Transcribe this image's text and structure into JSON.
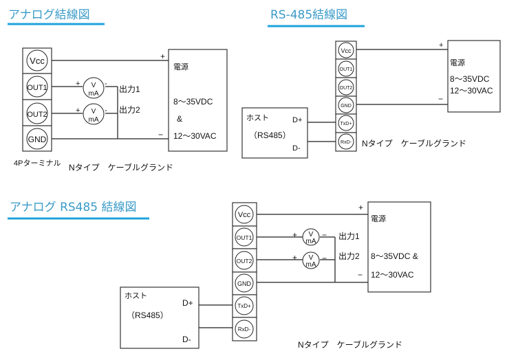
{
  "diagrams": [
    {
      "title": "アナログ結線図",
      "terminals": [
        "Vcc",
        "OUT1",
        "OUT2",
        "GND"
      ],
      "terminal_label": "4Pターミナル",
      "cable_label": "Nタイプ　ケーブルグランド",
      "meters": [
        {
          "top": "V",
          "bottom": "mA",
          "plus": "+",
          "minus": "-",
          "output": "出力1"
        },
        {
          "top": "V",
          "bottom": "mA",
          "plus": "+",
          "minus": "-",
          "output": "出力2"
        }
      ],
      "power": {
        "title": "電源",
        "line1": "8～35VDC",
        "line2": "&",
        "line3": "12～30VAC",
        "plus": "+",
        "minus": "−"
      }
    },
    {
      "title": "RS-485結線図",
      "terminals": [
        "Vcc",
        "OUT1",
        "OUT2",
        "GND",
        "TxD+",
        "RxD-"
      ],
      "cable_label": "Nタイプ　ケーブルグランド",
      "host": {
        "title": "ホスト",
        "sub": "（RS485）",
        "dplus": "D+",
        "dminus": "D-"
      },
      "power": {
        "title": "電源",
        "line1": "8～35VDC",
        "line2": "12～30VAC",
        "plus": "+",
        "minus": "−"
      }
    },
    {
      "title": "アナログ RS485 結線図",
      "terminals": [
        "Vcc",
        "OUT1",
        "OUT2",
        "GND",
        "TxD+",
        "RxD-"
      ],
      "cable_label": "Nタイプ　ケーブルグランド",
      "meters": [
        {
          "top": "V",
          "bottom": "mA",
          "plus": "+",
          "minus": "−",
          "output": "出力1"
        },
        {
          "top": "V",
          "bottom": "mA",
          "plus": "+",
          "minus": "−",
          "output": "出力2"
        }
      ],
      "host": {
        "title": "ホスト",
        "sub": "（RS485）",
        "dplus": "D+",
        "dminus": "D-"
      },
      "power": {
        "title": "電源",
        "line1": "8～35VDC &",
        "line2": "12～30VAC",
        "plus": "+",
        "minus": "−"
      }
    }
  ],
  "colors": {
    "title": "#3a9bc8",
    "underline": "#1ea3dc"
  }
}
